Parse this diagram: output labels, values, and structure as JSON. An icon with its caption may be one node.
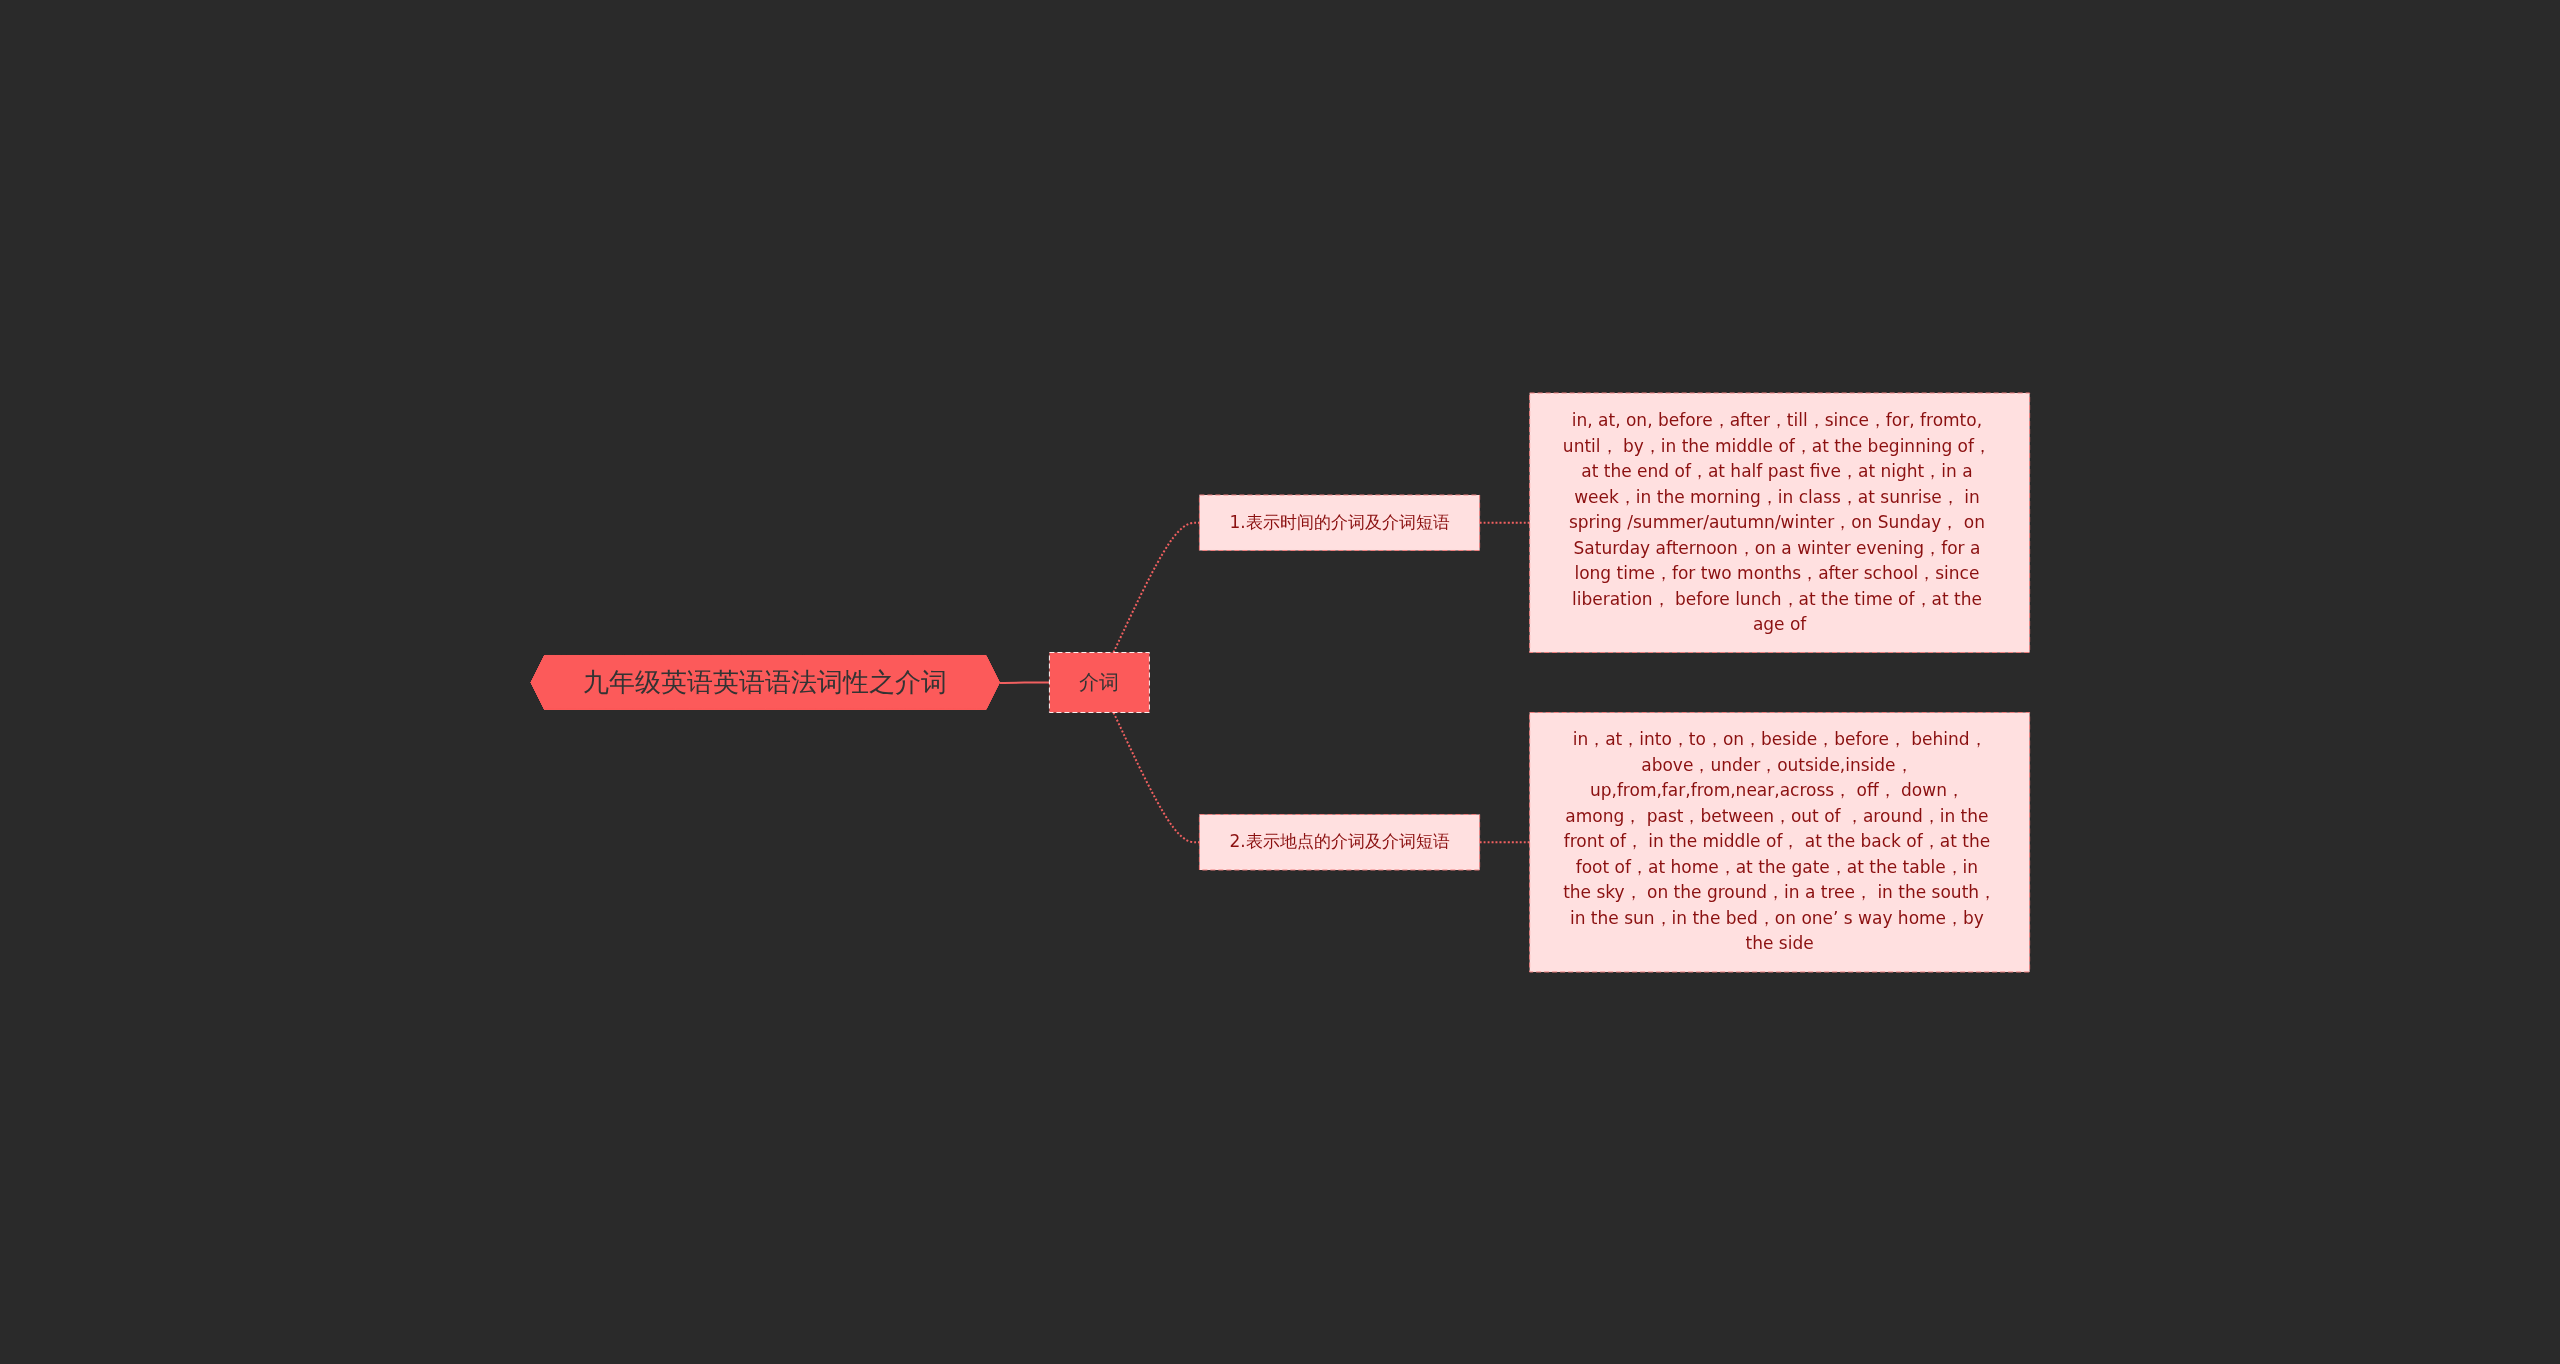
{
  "diagram": {
    "nodes": [
      {
        "text": [
          "九年级英语英语语法词性之介词"
        ]
      },
      {
        "text": [
          "介词"
        ]
      },
      {
        "text": [
          "1.表示时间的介词及介词短语"
        ]
      },
      {
        "text": [
          "2.表示地点的介词及介词短语"
        ]
      },
      {
        "text": [
          "in, at, on, before，after，till，since，for, fromto, until， by，in the middle of，at the beginning of， at the end of，at half past five，at night，in a week，in the morning，in class，at sunrise， in spring /summer/autumn/winter，on Sunday， on Saturday afternoon，on a winter evening，for a long time，for two months，after school，since liberation， before lunch，at the time of，at the age of"
        ]
      },
      {
        "text": [
          "in，at，into，to，on，beside，before， behind，above，under，outside,inside， up,from,far,from,near,across， off， down， among， past，between，out of ，around，in the front of， in the middle of， at the back of，at the foot of，at home，at the gate，at the table，in the sky， on the ground，in a tree， in the south，in the sun，in the bed，on one’ s way home，by the side"
        ]
      }
    ],
    "edges": [
      {
        "from": 0,
        "to": 1,
        "arrow": "none"
      },
      {
        "from": 1,
        "to": 2,
        "arrow": "none",
        "style": "dashed"
      },
      {
        "from": 1,
        "to": 3,
        "arrow": "none",
        "style": "dashed"
      },
      {
        "from": 2,
        "to": 4,
        "arrow": "none",
        "style": "dashed"
      },
      {
        "from": 3,
        "to": 5,
        "arrow": "none",
        "style": "dashed"
      }
    ]
  }
}
